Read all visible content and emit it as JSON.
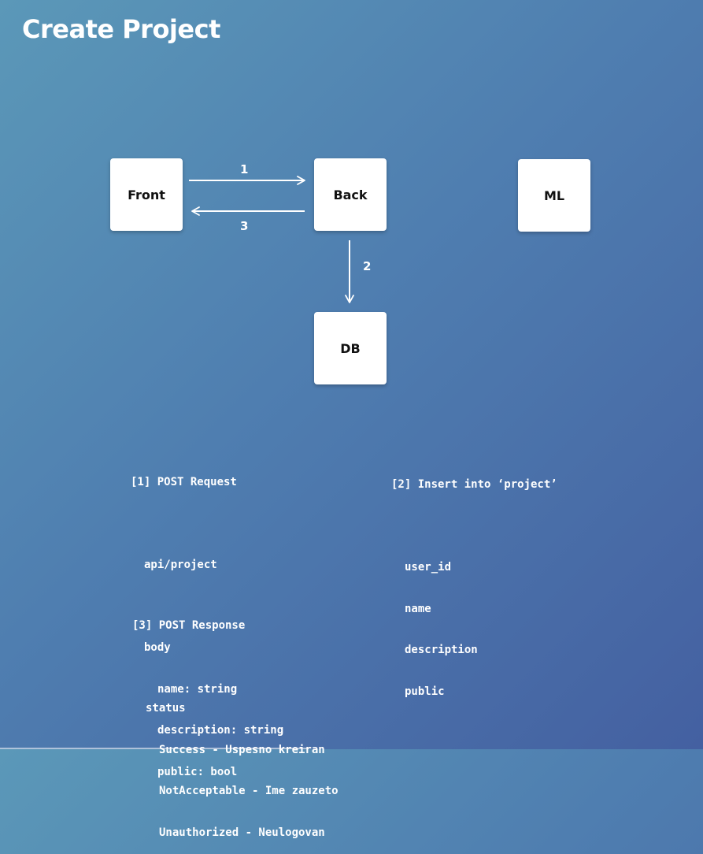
{
  "title": "Create Project",
  "nodes": {
    "front": "Front",
    "back": "Back",
    "ml": "ML",
    "db": "DB"
  },
  "arrows": {
    "front_to_back": "1",
    "back_to_db": "2",
    "back_to_front": "3"
  },
  "request": {
    "header": "[1] POST Request",
    "endpoint": "api/project",
    "body_label": "body",
    "fields": [
      "name: string",
      "description: string",
      "public: bool"
    ]
  },
  "insert": {
    "header": "[2] Insert into ‘project’",
    "columns": [
      "user_id",
      "name",
      "description",
      "public"
    ]
  },
  "response": {
    "header": "[3] POST Response",
    "status_label": "status",
    "statuses": [
      "Success - Uspesno kreiran",
      "NotAcceptable - Ime zauzeto",
      "Unauthorized - Neulogovan"
    ]
  }
}
